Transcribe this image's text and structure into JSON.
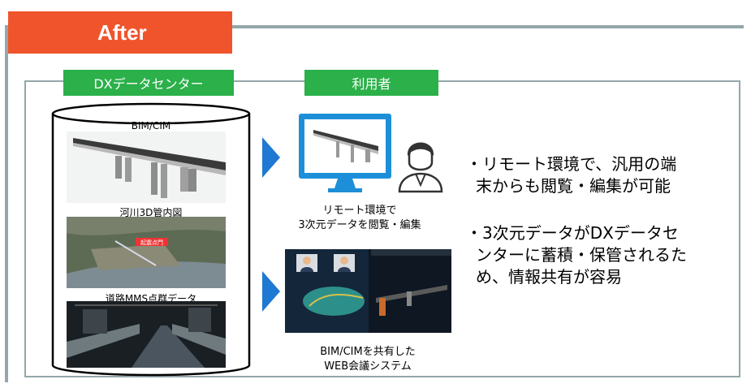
{
  "header": {
    "after_label": "After"
  },
  "tabs": {
    "dx_center": "DXデータセンター",
    "user": "利用者"
  },
  "datacenter": {
    "bim_label": "BIM/CIM",
    "river_label": "河川3D管内図",
    "river_marker": "起震点門",
    "road_label": "道路MMS点群データ"
  },
  "remote": {
    "line1": "リモート環境で",
    "line2": "3次元データを閲覧・編集"
  },
  "webconf": {
    "line1": "BIM/CIMを共有した",
    "line2": "WEB会議システム"
  },
  "bullets": {
    "b1_line1": "・リモート環境で、汎用の端",
    "b1_line2": "末からも閲覧・編集が可能",
    "b2_line1": "・3次元データがDXデータセ",
    "b2_line2": "ンターに蓄積・保管されるた",
    "b2_line3": "め、情報共有が容易"
  },
  "colors": {
    "after_tab": "#f0542c",
    "green_tab": "#2bb04a",
    "frame": "#94a7ab",
    "arrow": "#1f78d1",
    "monitor": "#1d8fd8"
  }
}
